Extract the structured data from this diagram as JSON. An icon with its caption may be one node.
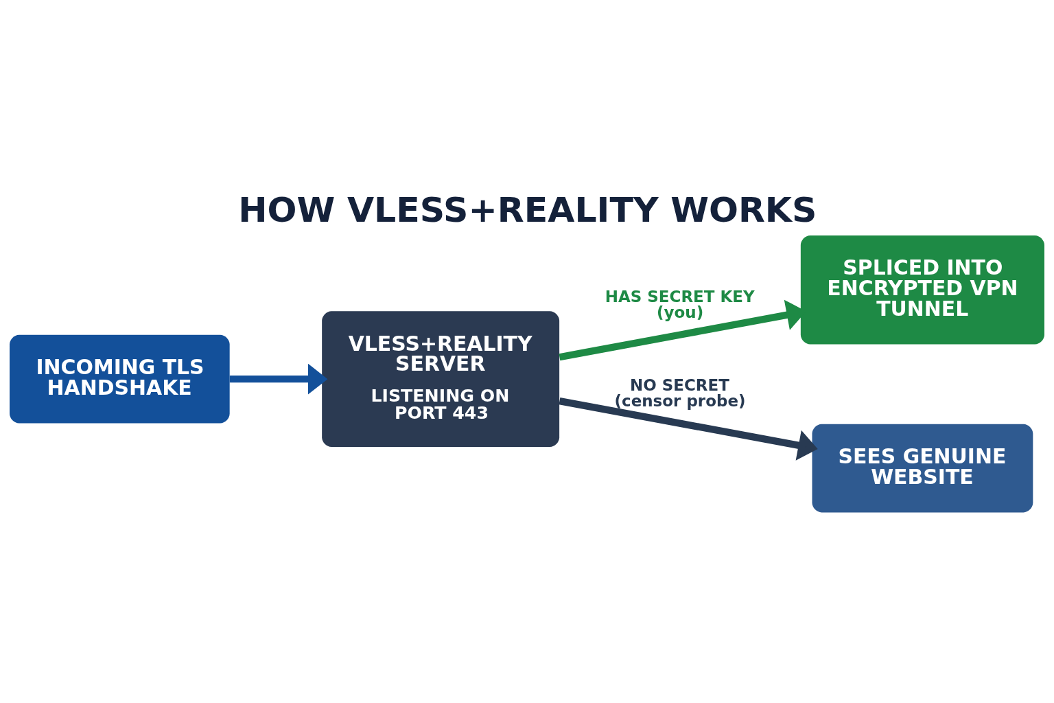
{
  "diagram": {
    "title": "HOW VLESS+REALITY WORKS",
    "nodes": [
      {
        "text": [
          "INCOMING TLS HANDSHAKE"
        ]
      },
      {
        "text": [
          "VLESS+REALITY SERVER",
          "LISTENING ON PORT 443"
        ]
      },
      {
        "text": [
          "SPLICED INTO ENCRYPTED VPN TUNNEL"
        ]
      },
      {
        "text": [
          "SEES GENUINE WEBSITE"
        ]
      }
    ],
    "edges": [
      {
        "from": 0,
        "to": 1,
        "arrow": "to",
        "color": "#13509a"
      },
      {
        "from": 1,
        "to": 2,
        "arrow": "to",
        "label": "HAS SECRET KEY (you)",
        "color": "#1e8a45"
      },
      {
        "from": 1,
        "to": 3,
        "arrow": "to",
        "label": "NO SECRET (censor probe)",
        "color": "#283a52"
      }
    ]
  }
}
